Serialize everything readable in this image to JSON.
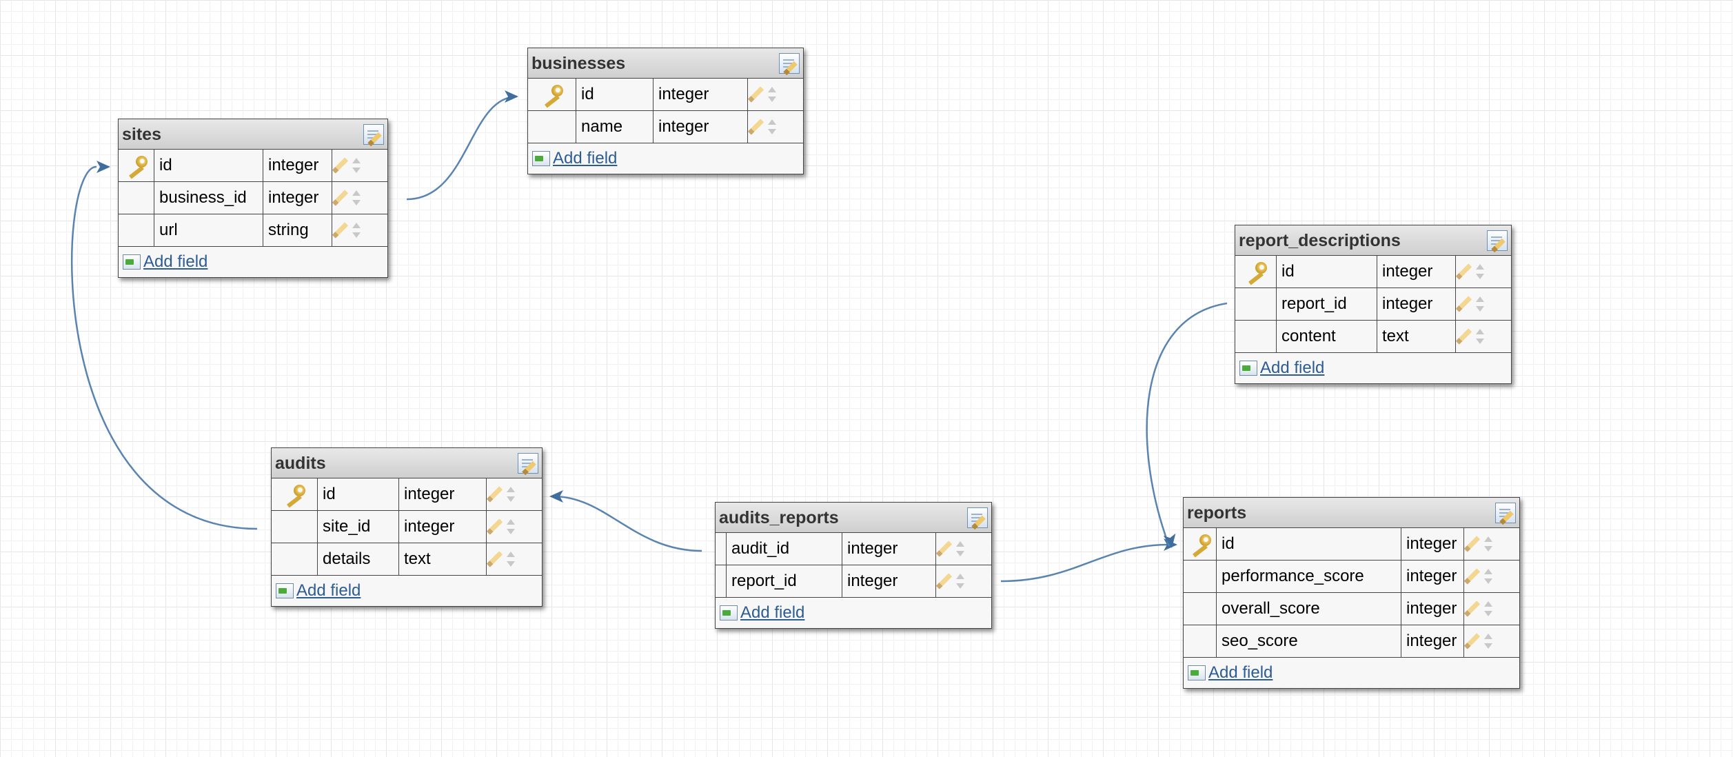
{
  "tables": [
    {
      "id": "sites",
      "name": "sites",
      "fields": [
        {
          "name": "id",
          "type": "integer",
          "primary_key": true
        },
        {
          "name": "business_id",
          "type": "integer",
          "primary_key": false
        },
        {
          "name": "url",
          "type": "string",
          "primary_key": false
        }
      ]
    },
    {
      "id": "businesses",
      "name": "businesses",
      "fields": [
        {
          "name": "id",
          "type": "integer",
          "primary_key": true
        },
        {
          "name": "name",
          "type": "integer",
          "primary_key": false
        }
      ]
    },
    {
      "id": "report_descriptions",
      "name": "report_descriptions",
      "fields": [
        {
          "name": "id",
          "type": "integer",
          "primary_key": true
        },
        {
          "name": "report_id",
          "type": "integer",
          "primary_key": false
        },
        {
          "name": "content",
          "type": "text",
          "primary_key": false
        }
      ]
    },
    {
      "id": "audits",
      "name": "audits",
      "fields": [
        {
          "name": "id",
          "type": "integer",
          "primary_key": true
        },
        {
          "name": "site_id",
          "type": "integer",
          "primary_key": false
        },
        {
          "name": "details",
          "type": "text",
          "primary_key": false
        }
      ]
    },
    {
      "id": "audits_reports",
      "name": "audits_reports",
      "fields": [
        {
          "name": "audit_id",
          "type": "integer",
          "primary_key": false
        },
        {
          "name": "report_id",
          "type": "integer",
          "primary_key": false
        }
      ]
    },
    {
      "id": "reports",
      "name": "reports",
      "fields": [
        {
          "name": "id",
          "type": "integer",
          "primary_key": true
        },
        {
          "name": "performance_score",
          "type": "integer",
          "primary_key": false
        },
        {
          "name": "overall_score",
          "type": "integer",
          "primary_key": false
        },
        {
          "name": "seo_score",
          "type": "integer",
          "primary_key": false
        }
      ]
    }
  ],
  "relationships": [
    {
      "from_table": "sites",
      "from_field": "business_id",
      "to_table": "businesses",
      "to_field": "id"
    },
    {
      "from_table": "audits",
      "from_field": "site_id",
      "to_table": "sites",
      "to_field": "id"
    },
    {
      "from_table": "audits_reports",
      "from_field": "audit_id",
      "to_table": "audits",
      "to_field": "id"
    },
    {
      "from_table": "audits_reports",
      "from_field": "report_id",
      "to_table": "reports",
      "to_field": "id"
    },
    {
      "from_table": "report_descriptions",
      "from_field": "report_id",
      "to_table": "reports",
      "to_field": "id"
    }
  ],
  "add_field_label": "Add field",
  "icons": {
    "primary_key": "key-icon",
    "edit_table": "edit-table-icon",
    "edit_field": "pencil-icon",
    "reorder_field": "move-updown-icon",
    "add_field": "add-field-icon"
  },
  "colors": {
    "relationship_line": "#5a84b0",
    "link_text": "#2d5c94",
    "key_icon": "#e2b13c",
    "header_bg": "#d9d9d9"
  }
}
